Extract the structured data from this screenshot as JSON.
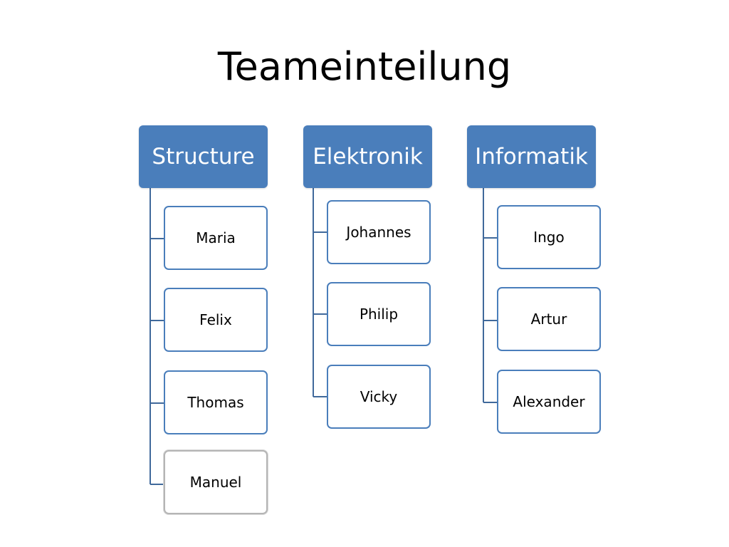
{
  "title": "Teameinteilung",
  "colors": {
    "header": "#4a7ebb",
    "border": "#4a7ebb",
    "line": "#40699b"
  },
  "teams": [
    {
      "name": "Structure",
      "members": [
        "Maria",
        "Felix",
        "Thomas",
        "Manuel"
      ]
    },
    {
      "name": "Elektronik",
      "members": [
        "Johannes",
        "Philip",
        "Vicky"
      ]
    },
    {
      "name": "Informatik",
      "members": [
        "Ingo",
        "Artur",
        "Alexander"
      ]
    }
  ]
}
